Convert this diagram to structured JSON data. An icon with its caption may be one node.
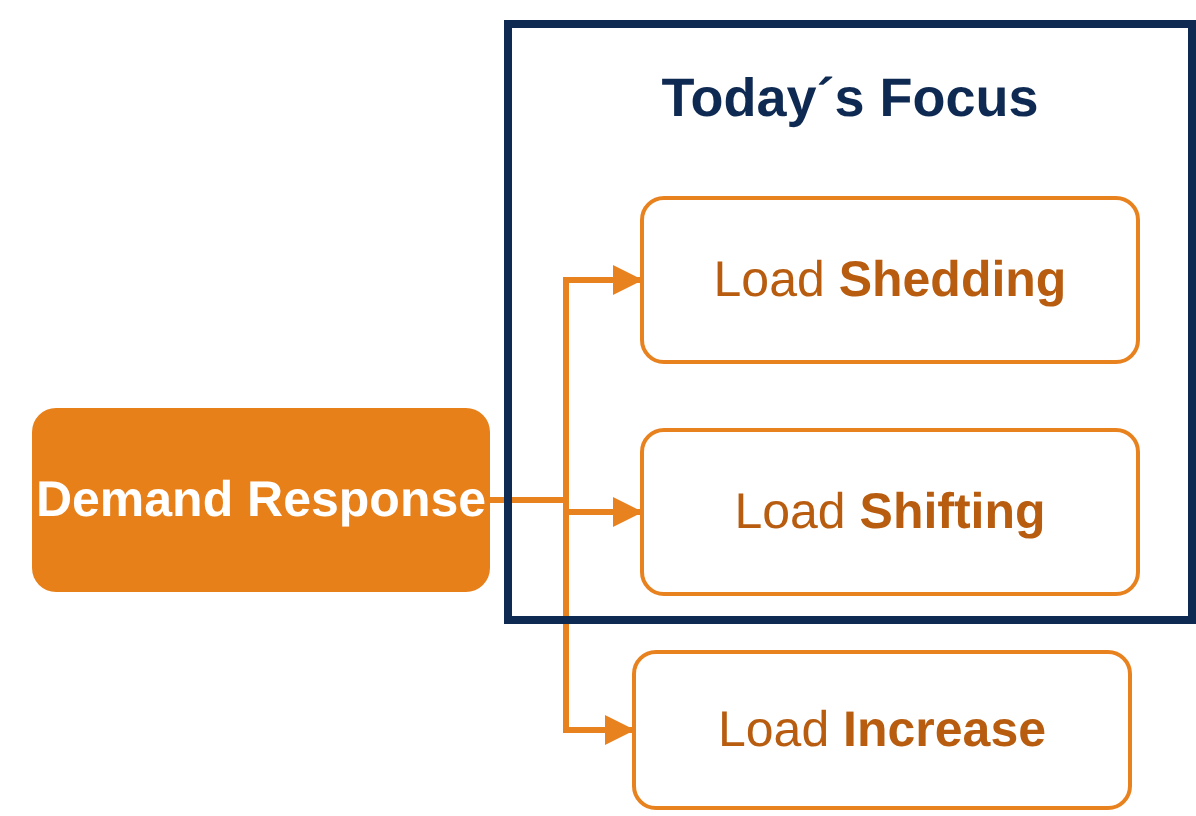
{
  "diagram": {
    "nodes": [
      {
        "text": [
          "Demand Response"
        ]
      },
      {
        "text": [
          "Today´s Focus"
        ]
      },
      {
        "text": [
          "Load **Shedding**"
        ],
        "in": 1
      },
      {
        "text": [
          "Load **Shifting**"
        ],
        "in": 1
      },
      {
        "text": [
          "Load **Increase**"
        ]
      }
    ],
    "edges": [
      {
        "from": 0,
        "to": 2,
        "arrow": "to"
      },
      {
        "from": 0,
        "to": 3,
        "arrow": "to"
      },
      {
        "from": 0,
        "to": 4,
        "arrow": "to"
      }
    ]
  }
}
